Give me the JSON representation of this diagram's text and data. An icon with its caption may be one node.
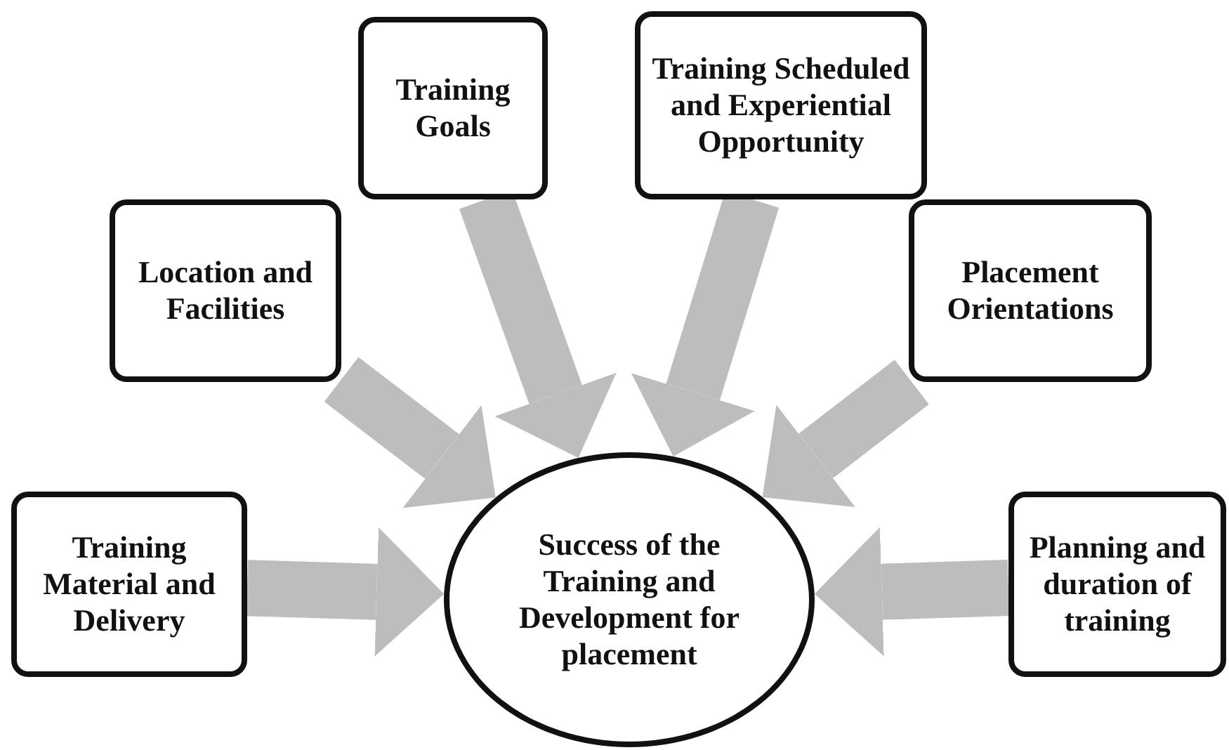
{
  "diagram": {
    "nodes": [
      {
        "text": [
          "Training Goals"
        ]
      },
      {
        "text": [
          "Training Scheduled and Experiential Opportunity"
        ]
      },
      {
        "text": [
          "Location and Facilities"
        ]
      },
      {
        "text": [
          "Placement Orientations"
        ]
      },
      {
        "text": [
          "Training Material and Delivery"
        ]
      },
      {
        "text": [
          "Success of the Training and Development for placement"
        ]
      },
      {
        "text": [
          "Planning and duration of training"
        ]
      }
    ],
    "edges": [
      {
        "from": 0,
        "to": 5,
        "arrow": "to"
      },
      {
        "from": 1,
        "to": 5,
        "arrow": "to"
      },
      {
        "from": 2,
        "to": 5,
        "arrow": "to"
      },
      {
        "from": 3,
        "to": 5,
        "arrow": "to"
      },
      {
        "from": 4,
        "to": 5,
        "arrow": "to"
      },
      {
        "from": 6,
        "to": 5,
        "arrow": "to"
      }
    ]
  }
}
